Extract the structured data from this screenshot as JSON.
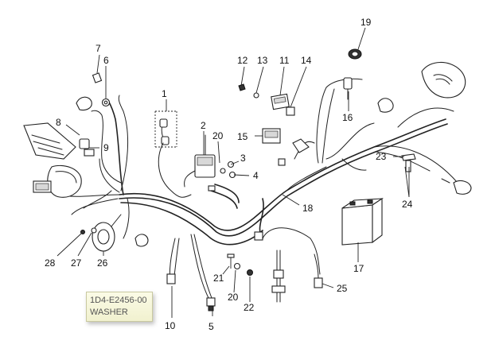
{
  "callouts": {
    "c1": "1",
    "c2": "2",
    "c3": "3",
    "c4": "4",
    "c5": "5",
    "c6": "6",
    "c7": "7",
    "c8": "8",
    "c9": "9",
    "c10": "10",
    "c11": "11",
    "c12": "12",
    "c13": "13",
    "c14": "14",
    "c15": "15",
    "c16": "16",
    "c17": "17",
    "c18": "18",
    "c19": "19",
    "c20a": "20",
    "c20b": "20",
    "c21": "21",
    "c22": "22",
    "c23": "23",
    "c24": "24",
    "c25": "25",
    "c26": "26",
    "c27": "27",
    "c28": "28"
  },
  "tooltip": {
    "part_number": "1D4-E2456-00",
    "part_name": "WASHER"
  },
  "colors": {
    "line": "#222222",
    "tooltip_bg": "#f6f6d8",
    "tooltip_text": "#555555"
  }
}
